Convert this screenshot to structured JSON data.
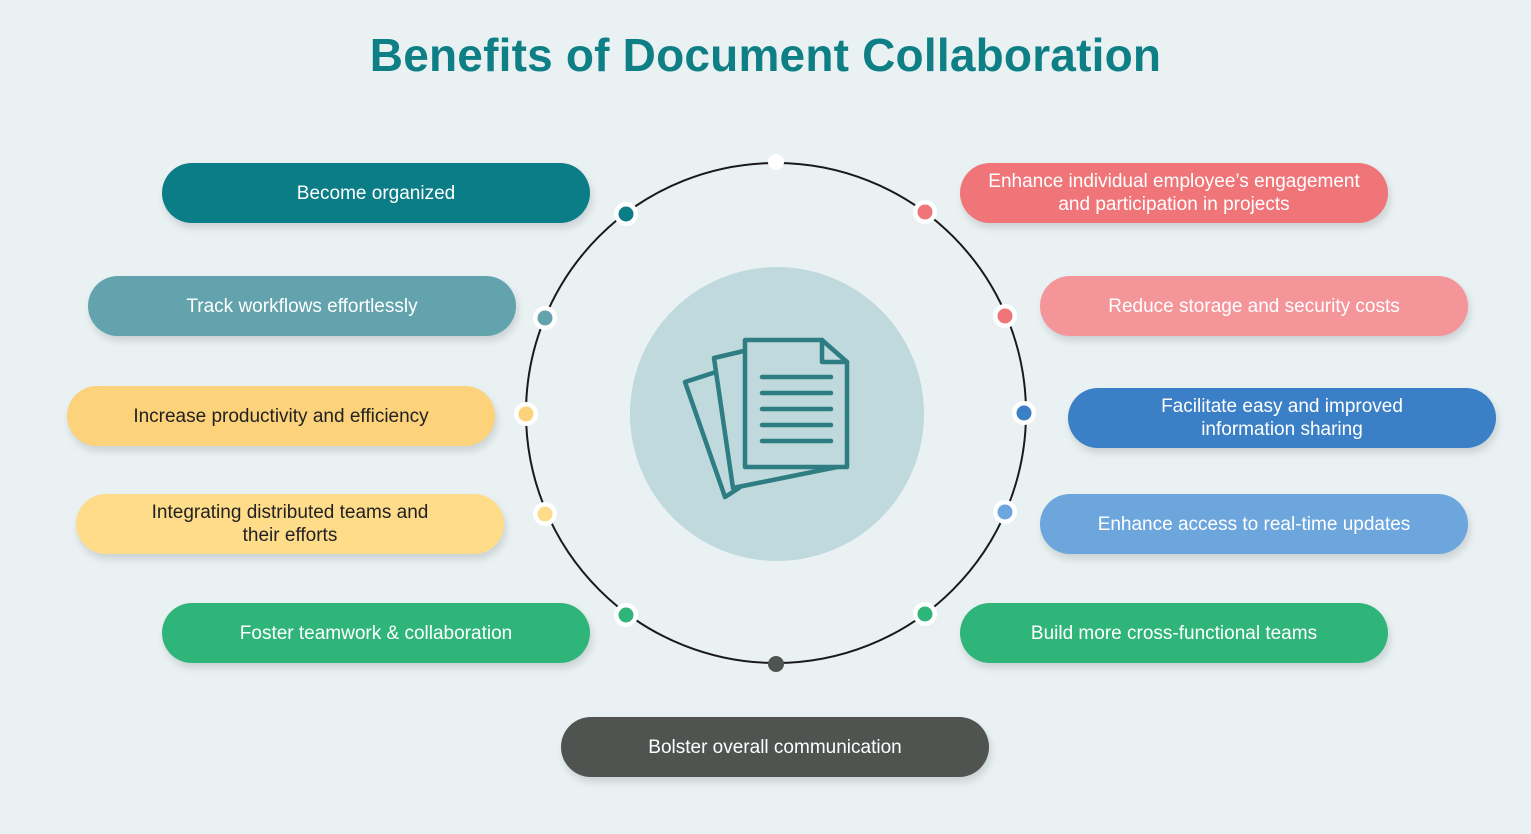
{
  "title": "Benefits of Document Collaboration",
  "colors": {
    "background": "#e9f1f3",
    "title": "#0f7f86",
    "ring": "#1a1a1a",
    "center_circle": "#bfd9dc",
    "icon": "#2d7d83"
  },
  "center_icon": "documents-icon",
  "benefits_left": [
    {
      "label": "Become organized",
      "color": "#0b7d86",
      "text_color": "#ffffff"
    },
    {
      "label": "Track workflows effortlessly",
      "color": "#62a3ad",
      "text_color": "#ffffff"
    },
    {
      "label": "Increase productivity and efficiency",
      "color": "#fcd27a",
      "text_color": "#222222"
    },
    {
      "label": "Integrating distributed teams and their efforts",
      "color": "#fedc8a",
      "text_color": "#222222"
    },
    {
      "label": "Foster teamwork & collaboration",
      "color": "#2fb57a",
      "text_color": "#ffffff"
    }
  ],
  "benefits_right": [
    {
      "label": "Enhance individual employee’s engagement and participation in projects",
      "color": "#f07579",
      "text_color": "#ffffff"
    },
    {
      "label": "Reduce storage and security costs",
      "color": "#f4959a",
      "text_color": "#ffffff"
    },
    {
      "label": "Facilitate easy and improved information sharing",
      "color": "#3b7fc6",
      "text_color": "#ffffff"
    },
    {
      "label": "Enhance access to real-time updates",
      "color": "#6ca6dd",
      "text_color": "#ffffff"
    },
    {
      "label": "Build more cross-functional teams",
      "color": "#2fb57a",
      "text_color": "#ffffff"
    }
  ],
  "benefit_bottom": {
    "label": "Bolster overall communication",
    "color": "#4f5451",
    "text_color": "#ffffff"
  }
}
